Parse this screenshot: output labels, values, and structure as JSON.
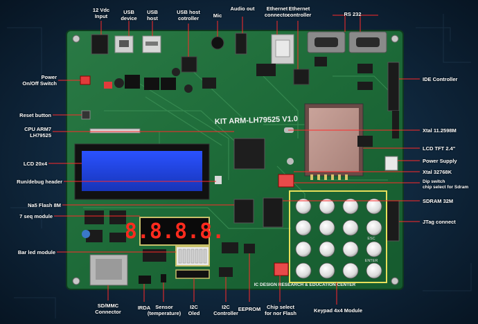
{
  "board": {
    "silkscreen_title": "KIT ARM-LH79525 V1.0",
    "silkscreen_footer": "IC DESIGN RESEARCH & EDUCATION CENTER",
    "segment_display": "8.8.8.8."
  },
  "labels": {
    "top": [
      {
        "id": "12v",
        "text": "12 Vdc\nInput"
      },
      {
        "id": "usb-device",
        "text": "USB\ndevice"
      },
      {
        "id": "usb-host",
        "text": "USB\nhost"
      },
      {
        "id": "usb-host-ctrl",
        "text": "USB host\ncotroller"
      },
      {
        "id": "mic",
        "text": "Mic"
      },
      {
        "id": "audio-out",
        "text": "Audio out"
      },
      {
        "id": "eth-conn",
        "text": "Ethernet\nconnector"
      },
      {
        "id": "eth-ctrl",
        "text": "Ethernet\ncontroller"
      },
      {
        "id": "rs232",
        "text": "RS 232"
      }
    ],
    "left": [
      {
        "id": "power",
        "text": "Power\nOn/Off Switch"
      },
      {
        "id": "reset",
        "text": "Reset button"
      },
      {
        "id": "cpu",
        "text": "CPU ARM7\nLH79525"
      },
      {
        "id": "lcd",
        "text": "LCD 20x4"
      },
      {
        "id": "run",
        "text": "Run/debug header"
      },
      {
        "id": "nand",
        "text": "Na5 Flash 8M"
      },
      {
        "id": "seg",
        "text": "7 seq module"
      },
      {
        "id": "bar",
        "text": "Bar led module"
      }
    ],
    "right": [
      {
        "id": "ide",
        "text": "IDE Controller"
      },
      {
        "id": "xtal1",
        "text": "Xtal 11.2598M"
      },
      {
        "id": "tft",
        "text": "LCD TFT 2.4\""
      },
      {
        "id": "psu",
        "text": "Power Supply"
      },
      {
        "id": "xtal2",
        "text": "Xtal 32768K"
      },
      {
        "id": "dip",
        "text": "Dip switch\nchip select for Sdram"
      },
      {
        "id": "sdram",
        "text": "SDRAM 32M"
      },
      {
        "id": "jtag",
        "text": "JTag connect"
      }
    ],
    "bottom": [
      {
        "id": "sd",
        "text": "SD/MMC\nConnector"
      },
      {
        "id": "irda",
        "text": "IRDA"
      },
      {
        "id": "sensor",
        "text": "Sensor\n(temperature)"
      },
      {
        "id": "i2c-oled",
        "text": "I2C\nOled"
      },
      {
        "id": "i2c-ctrl",
        "text": "I2C\nController"
      },
      {
        "id": "eeprom",
        "text": "EEPROM"
      },
      {
        "id": "chipsel",
        "text": "Chip select\nfor nor Flash"
      },
      {
        "id": "keypad",
        "text": "Keypad 4x4 Module"
      }
    ]
  },
  "keypad": {
    "keys": [
      "",
      "",
      "",
      "",
      "",
      "",
      "",
      "",
      "",
      "",
      "",
      "",
      "",
      "",
      "",
      ""
    ],
    "legends": {
      "key8": "ESC",
      "key12": "ENTER"
    }
  },
  "colors": {
    "background": "#0b2238",
    "pcb": "#1e6e3a",
    "pcb_dark": "#14522a",
    "label": "#ffffff",
    "leader": "#ff2a2a",
    "lcd_blue": "#1f3fd8",
    "segment_red": "#ff2b1e"
  }
}
